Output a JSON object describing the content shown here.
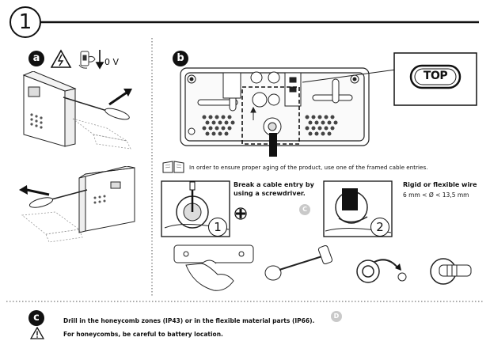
{
  "step_number": "1",
  "panel_a": {
    "badge": "a",
    "voltage": "0 V"
  },
  "panel_b": {
    "badge": "b",
    "top_label": "TOP",
    "note": "In order to ensure proper aging of the product, use one of the framed cable entries.",
    "break_title_line1": "Break a cable entry by",
    "break_title_line2": "using a screwdriver.",
    "callout_c": "C",
    "rigid_title": "Rigid or flexible wire",
    "rigid_spec": "6 mm < Ø < 13,5 mm",
    "step1": "1",
    "step2": "2"
  },
  "panel_c": {
    "badge": "c",
    "drill_text": "Drill in the honeycomb zones (IP43) or in the flexible material parts (IP66).",
    "callout_d": "D",
    "warning_text": "For honeycombs, be careful to battery location."
  },
  "colors": {
    "ink": "#111111",
    "callout_grey": "#c9c9c9"
  }
}
